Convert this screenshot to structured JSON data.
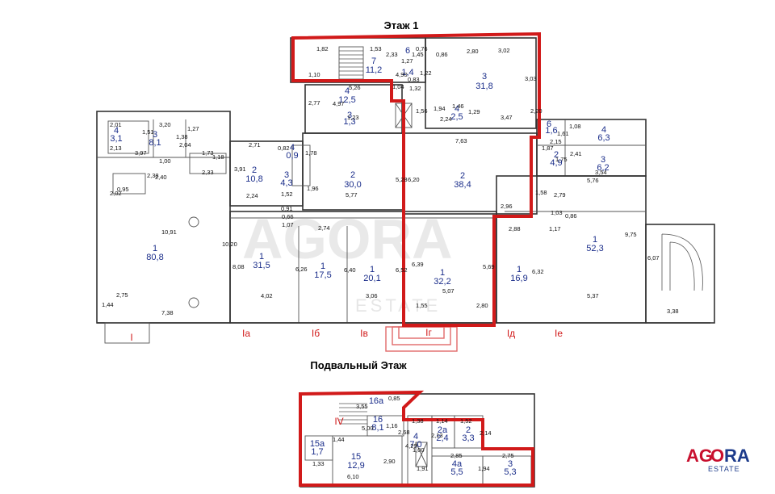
{
  "titles": {
    "floor1": "Этаж 1",
    "basement": "Подвальный Этаж"
  },
  "watermark": {
    "main": "AGORA",
    "sub": "ESTATE"
  },
  "logo": {
    "text_a": "AG",
    "text_o": "O",
    "text_b": "RA",
    "sub": "ESTATE"
  },
  "rooms": [
    {
      "n": "7",
      "a": "11,2"
    },
    {
      "n": "6",
      "a": "1,4"
    },
    {
      "n": "3",
      "a": "31,8"
    },
    {
      "n": "4",
      "a": "12,5"
    },
    {
      "n": "3",
      "a": "1,3"
    },
    {
      "n": "4",
      "a": "2,5"
    },
    {
      "n": "4",
      "a": "3,1"
    },
    {
      "n": "3",
      "a": "8,1"
    },
    {
      "n": "4",
      "a": "0,9"
    },
    {
      "n": "2",
      "a": "10,8"
    },
    {
      "n": "3",
      "a": "4,3"
    },
    {
      "n": "2",
      "a": "30,0"
    },
    {
      "n": "2",
      "a": "38,4"
    },
    {
      "n": "6",
      "a": "1,6"
    },
    {
      "n": "4",
      "a": "6,3"
    },
    {
      "n": "2",
      "a": "4,9"
    },
    {
      "n": "3",
      "a": "6,2"
    },
    {
      "n": "1",
      "a": "80,8"
    },
    {
      "n": "1",
      "a": "31,5"
    },
    {
      "n": "1",
      "a": "17,5"
    },
    {
      "n": "1",
      "a": "20,1"
    },
    {
      "n": "1",
      "a": "32,2"
    },
    {
      "n": "1",
      "a": "16,9"
    },
    {
      "n": "1",
      "a": "52,3"
    },
    {
      "n": "16а",
      "a": ""
    },
    {
      "n": "16",
      "a": "8,1"
    },
    {
      "n": "4",
      "a": "7,0"
    },
    {
      "n": "2а",
      "a": "2,4"
    },
    {
      "n": "2",
      "a": "3,3"
    },
    {
      "n": "15а",
      "a": "1,7"
    },
    {
      "n": "15",
      "a": "12,9"
    },
    {
      "n": "4а",
      "a": "5,5"
    },
    {
      "n": "3",
      "a": "5,3"
    }
  ],
  "axes": [
    "I",
    "Iа",
    "Iб",
    "Iв",
    "Iг",
    "Iд",
    "Iе",
    "IV"
  ],
  "dims": [
    "1,82",
    "1,53",
    "2,80",
    "3,02",
    "4,90",
    "1,10",
    "2,33",
    "1,27",
    "0,76",
    "1,45",
    "0,86",
    "1,22",
    "0,83",
    "3,03",
    "5,26",
    "4,97",
    "2,77",
    "1,04",
    "1,32",
    "1,56",
    "1,46",
    "1,94",
    "1,29",
    "2,24",
    "3,47",
    "2,20",
    "2,01",
    "3,20",
    "1,51",
    "1,27",
    "1,38",
    "2,04",
    "3,97",
    "2,13",
    "1,00",
    "1,73",
    "1,18",
    "2,33",
    "2,71",
    "0,82",
    "1,78",
    "3,91",
    "2,38",
    "2,40",
    "0,95",
    "2,02",
    "2,24",
    "1,52",
    "0,91",
    "1,96",
    "5,77",
    "7,63",
    "5,28",
    "6,20",
    "1,87",
    "2,15",
    "1,61",
    "1,08",
    "2,41",
    "1,75",
    "3,54",
    "5,76",
    "1,58",
    "2,79",
    "2,96",
    "1,03",
    "0,86",
    "1,07",
    "2,74",
    "0,66",
    "2,88",
    "1,17",
    "10,91",
    "10,20",
    "8,08",
    "6,26",
    "6,40",
    "6,52",
    "6,39",
    "5,69",
    "6,32",
    "9,75",
    "6,07",
    "4,02",
    "3,06",
    "5,07",
    "1,55",
    "2,80",
    "5,37",
    "2,75",
    "7,38",
    "1,44",
    "3,38",
    "1,23",
    "3,55",
    "0,85",
    "1,16",
    "5,00",
    "1,38",
    "1,14",
    "1,52",
    "2,68",
    "2,13",
    "2,14",
    "4,29",
    "1,00",
    "2,85",
    "2,75",
    "1,44",
    "1,33",
    "6,10",
    "2,90",
    "1,91",
    "1,94"
  ]
}
